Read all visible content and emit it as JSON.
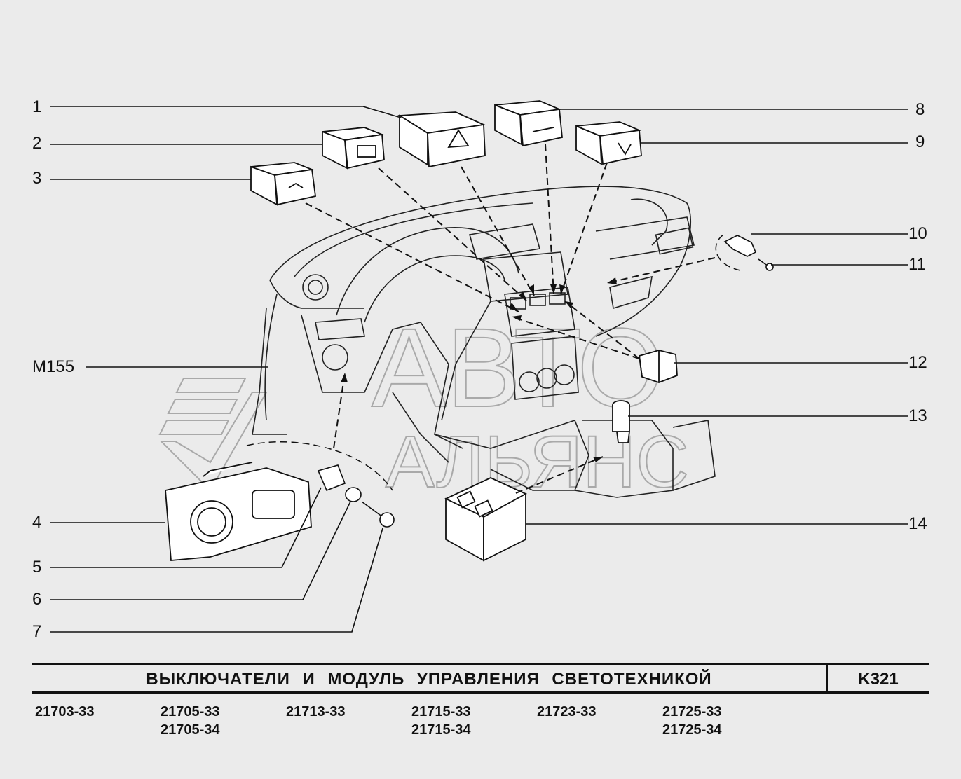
{
  "callouts_left": [
    "1",
    "2",
    "3",
    "M155",
    "4",
    "5",
    "6",
    "7"
  ],
  "callouts_right": [
    "8",
    "9",
    "10",
    "11",
    "12",
    "13",
    "14"
  ],
  "title": "ВЫКЛЮЧАТЕЛИ И МОДУЛЬ УПРАВЛЕНИЯ СВЕТОТЕХНИКОЙ",
  "code": "K321",
  "models": [
    [
      "21703-33"
    ],
    [
      "21705-33",
      "21705-34"
    ],
    [
      "21713-33"
    ],
    [
      "21715-33",
      "21715-34"
    ],
    [
      "21723-33"
    ],
    [
      "21725-33",
      "21725-34"
    ]
  ],
  "watermark": [
    "АВТО",
    "АЛЬЯНС"
  ],
  "colors": {
    "background": "#ebebeb",
    "ink": "#111111",
    "watermark": "#bdbdbd"
  }
}
